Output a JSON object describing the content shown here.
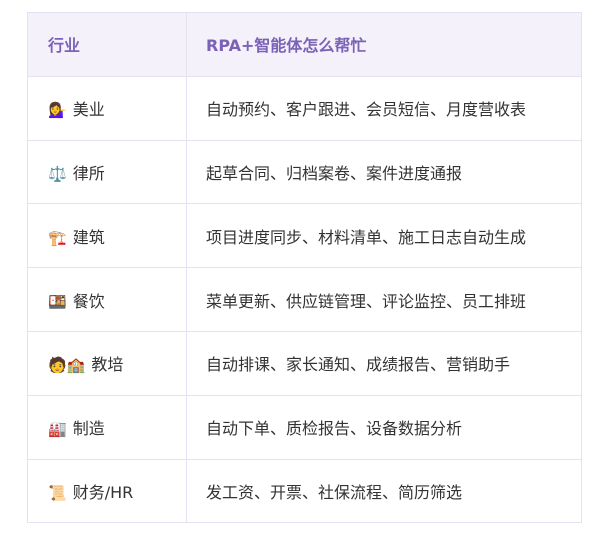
{
  "table": {
    "headers": [
      "行业",
      "RPA+智能体怎么帮忙"
    ],
    "rows": [
      {
        "icon": "💁‍♀️",
        "icon_name": "woman-tipping-hand-icon",
        "industry": "美业",
        "help": "自动预约、客户跟进、会员短信、月度营收表"
      },
      {
        "icon": "⚖️",
        "icon_name": "scales-icon",
        "industry": "律所",
        "help": "起草合同、归档案卷、案件进度通报"
      },
      {
        "icon": "🏗️",
        "icon_name": "construction-crane-icon",
        "industry": "建筑",
        "help": "项目进度同步、材料清单、施工日志自动生成"
      },
      {
        "icon": "🍱",
        "icon_name": "bento-box-icon",
        "industry": "餐饮",
        "help": "菜单更新、供应链管理、评论监控、员工排班"
      },
      {
        "icon": "🧑🏫",
        "icon_name": "teacher-school-icon",
        "industry": "教培",
        "help": "自动排课、家长通知、成绩报告、营销助手"
      },
      {
        "icon": "🏭",
        "icon_name": "factory-icon",
        "industry": "制造",
        "help": "自动下单、质检报告、设备数据分析"
      },
      {
        "icon": "📜",
        "icon_name": "scroll-icon",
        "industry": "财务/HR",
        "help": "发工资、开票、社保流程、简历筛选"
      }
    ]
  }
}
